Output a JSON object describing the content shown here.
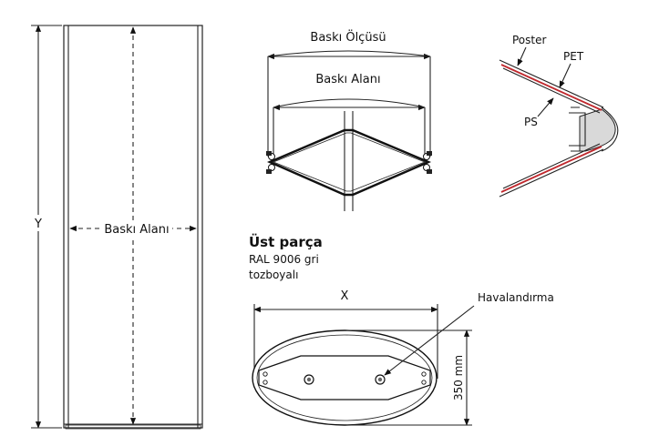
{
  "column": {
    "height_label": "Y",
    "print_area_label": "Baskı Alanı"
  },
  "top_view": {
    "print_size_label": "Baskı Ölçüsü",
    "print_area_label": "Baskı Alanı"
  },
  "detail": {
    "poster_label": "Poster",
    "pet_label": "PET",
    "ps_label": "PS",
    "colors": {
      "poster_line": "#c0282d",
      "edge_fill": "#d9d9d9"
    }
  },
  "top_piece": {
    "title": "Üst parça",
    "desc_line1": "RAL 9006 gri",
    "desc_line2": "tozboyalı",
    "width_label": "X",
    "vent_label": "Havalandırma",
    "depth_label": "350 mm"
  }
}
